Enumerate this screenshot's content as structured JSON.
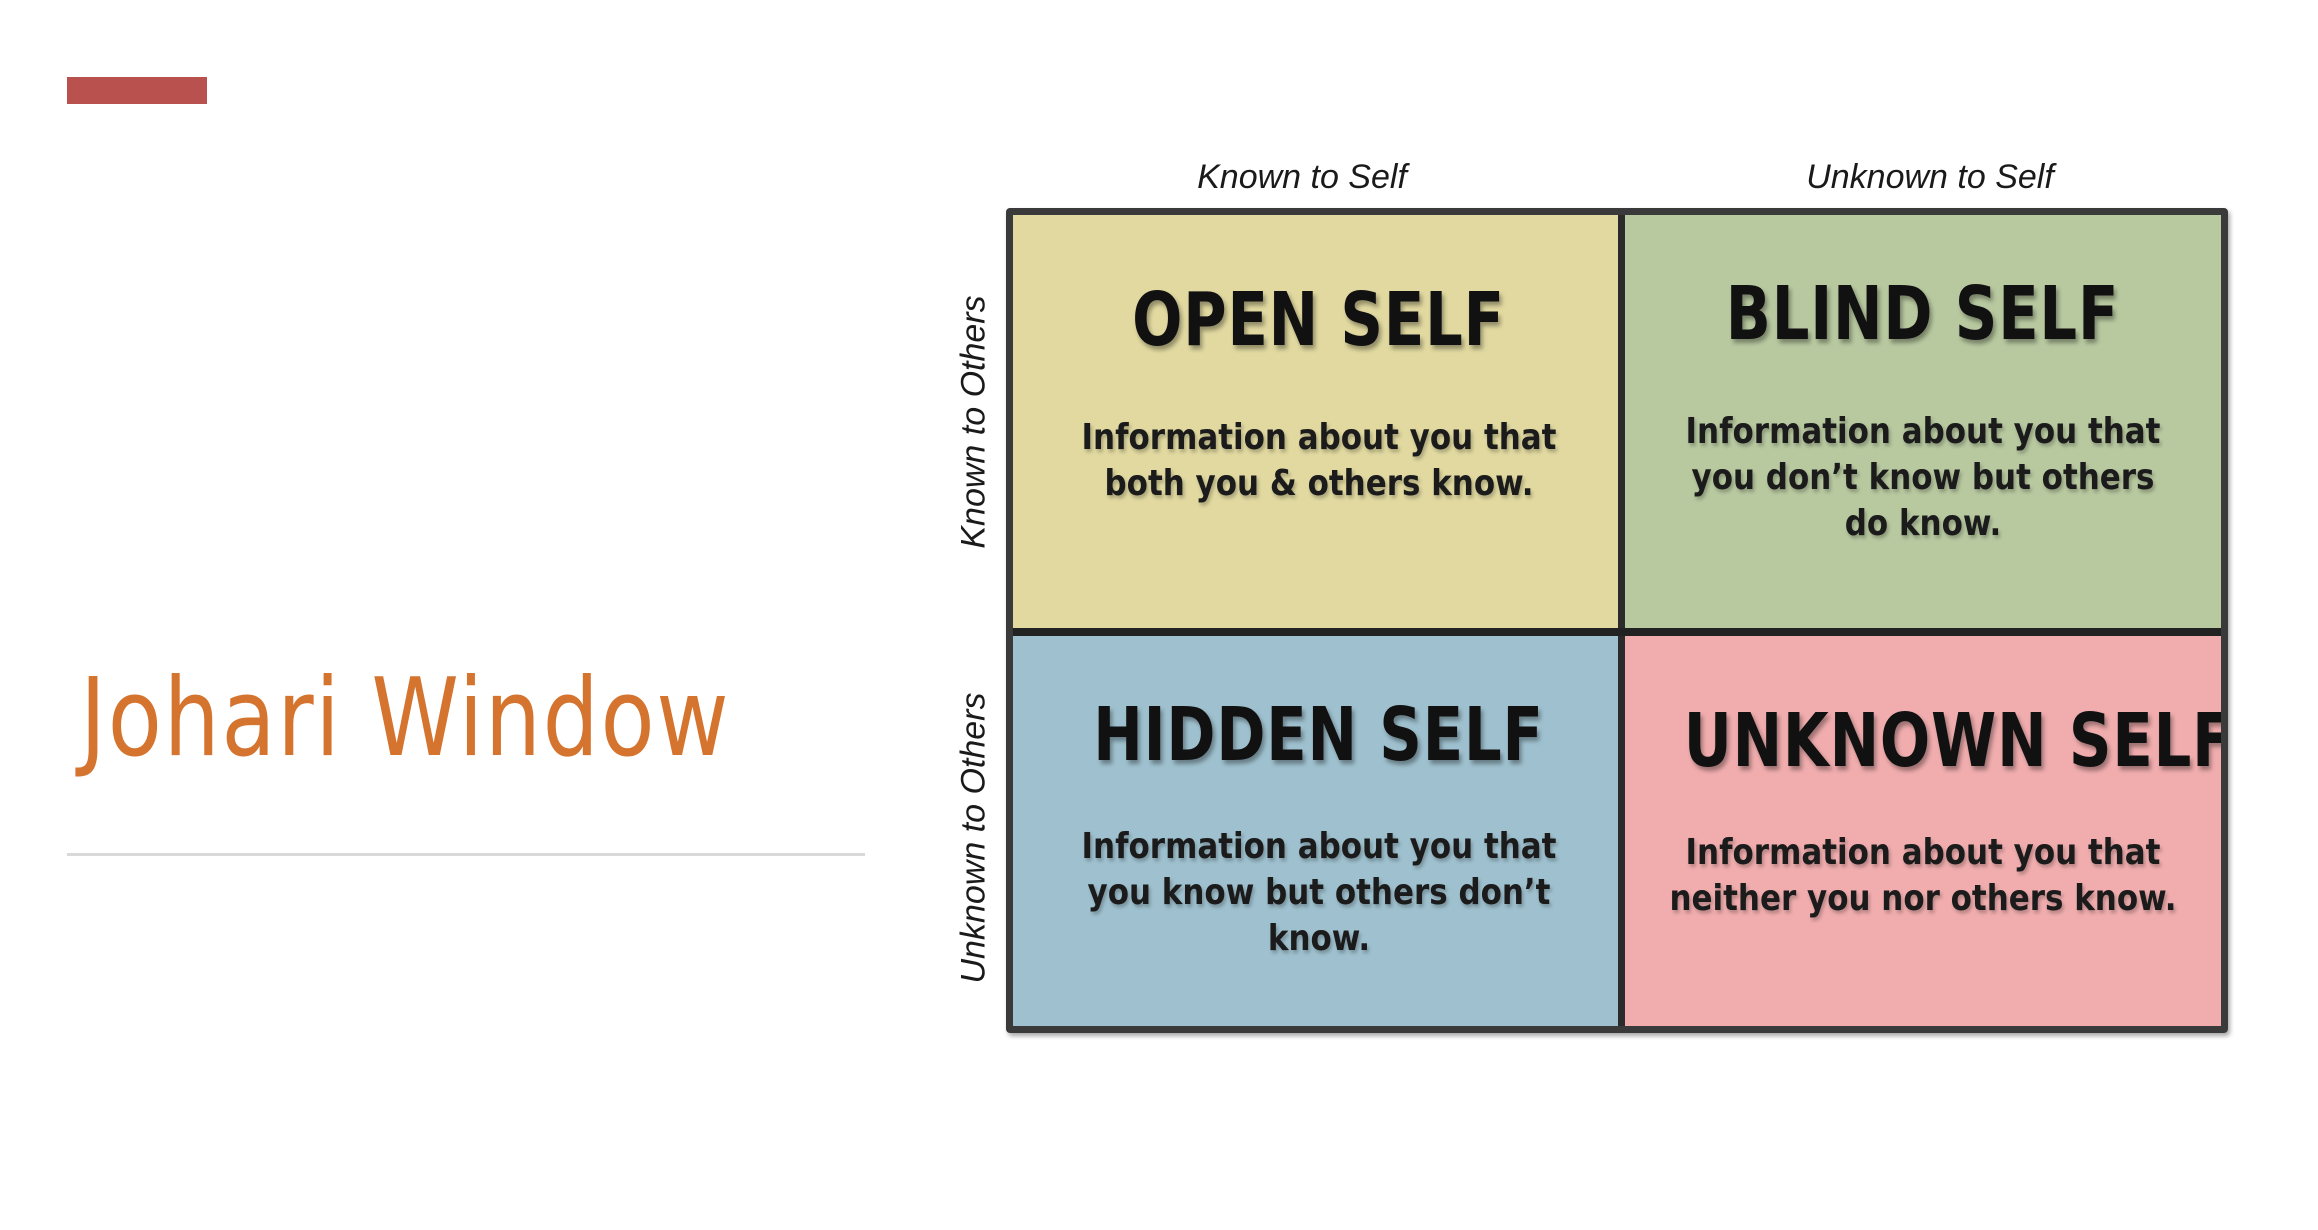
{
  "slide": {
    "title": "Johari Window"
  },
  "diagram": {
    "columns": [
      "Known to Self",
      "Unknown to Self"
    ],
    "rows": [
      "Known to Others",
      "Unknown to Others"
    ],
    "quadrants": [
      {
        "title": "OPEN SELF",
        "description": "Information about you that both you & others know.",
        "color": "#e1d9a0"
      },
      {
        "title": "BLIND SELF",
        "description": "Information about you that you don’t know but others do know.",
        "color": "#b8c9a0"
      },
      {
        "title": "HIDDEN SELF",
        "description": "Information about you that you know but others don’t know.",
        "color": "#9fc1cf"
      },
      {
        "title": "UNKNOWN SELF",
        "description": "Information about you that neither you nor others know.",
        "color": "#f1adae"
      }
    ]
  },
  "colors": {
    "accent_bar": "#b9524f",
    "title": "#d4742f",
    "divider": "#d9d9d9"
  }
}
